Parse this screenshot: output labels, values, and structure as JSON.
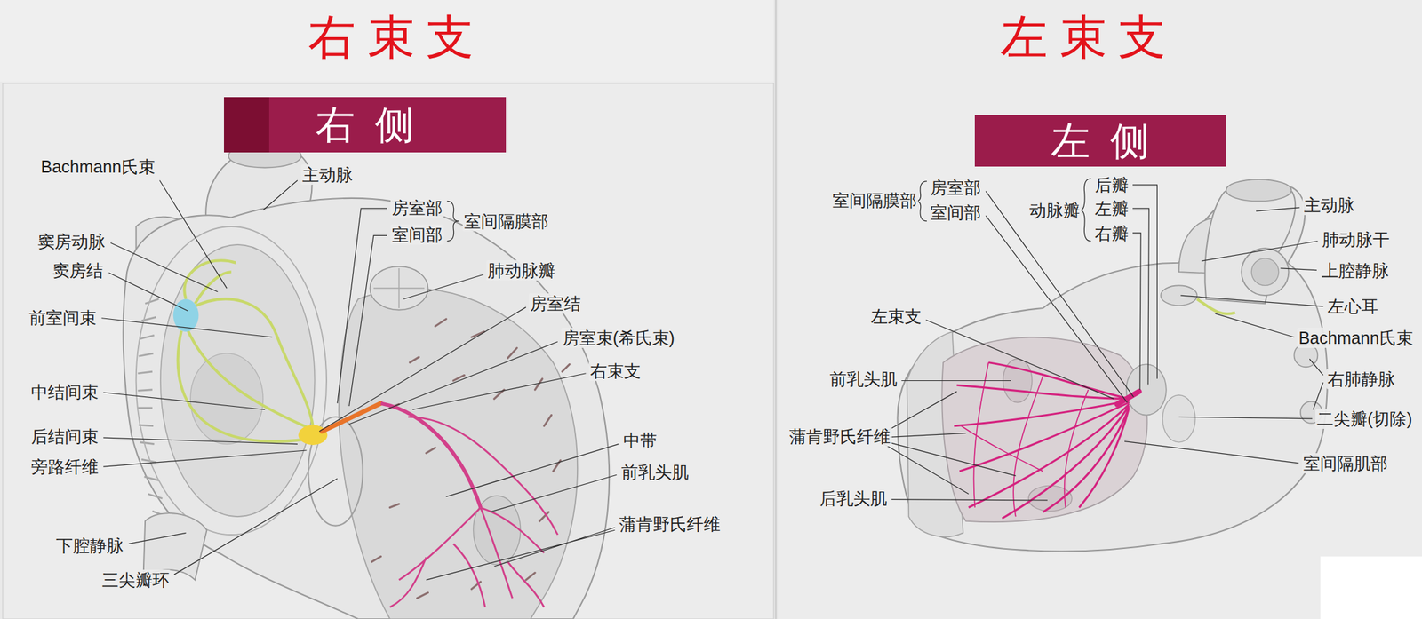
{
  "diagram": {
    "nodes": [
      {
        "text": [
          "右 侧"
        ]
      },
      {
        "text": [
          "左 侧"
        ]
      }
    ],
    "labels": [
      "右束支",
      "Bachmann氏束",
      "主动脉",
      "窦房动脉",
      "窦房结",
      "前室间束",
      "中结间束",
      "后结间束",
      "旁路纤维",
      "下腔静脉",
      "三尖瓣环",
      "房室部",
      "室间部",
      "室间隔膜部",
      "肺动脉瓣",
      "房室结",
      "房室束(希氏束)",
      "右束支",
      "中带",
      "前乳头肌",
      "蒲肯野氏纤维",
      "左束支",
      "室间隔膜部",
      "房室部",
      "室间部",
      "动脉瓣",
      "后瓣",
      "左瓣",
      "右瓣",
      "主动脉",
      "肺动脉干",
      "上腔静脉",
      "左心耳",
      "Bachmann氏束",
      "右肺静脉",
      "二尖瓣(切除)",
      "室间隔肌部",
      "左束支",
      "前乳头肌",
      "蒲肯野氏纤维",
      "后乳头肌"
    ]
  }
}
